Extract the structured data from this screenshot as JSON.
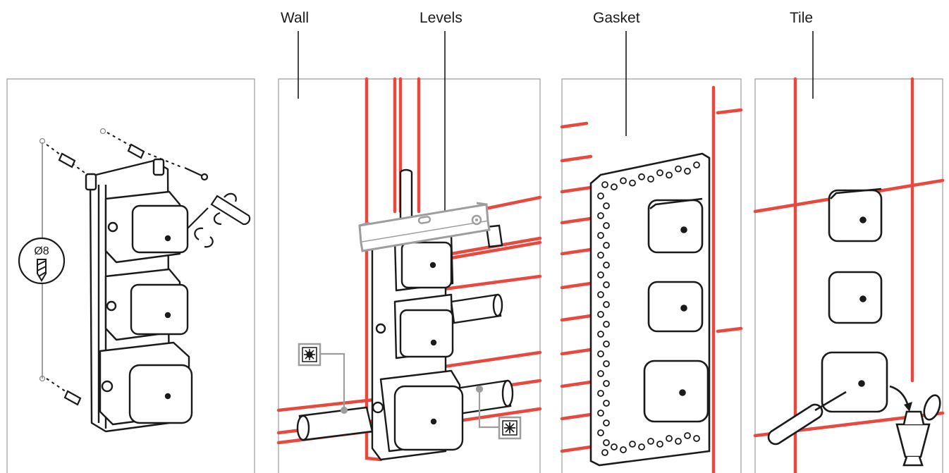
{
  "labels": {
    "wall": "Wall",
    "levels": "Levels",
    "gasket": "Gasket",
    "tile": "Tile",
    "drill_size": "Ø8"
  },
  "colors": {
    "pipe": "#e8493f",
    "outline": "#1a1a1a",
    "level_grey": "#9d9d9d",
    "background": "#ffffff"
  },
  "icons": {
    "hot_water": "sun-icon",
    "cold_water": "snowflake-icon",
    "drill": "drill-bit-icon",
    "silicone": "silicone-cartridge-icon"
  }
}
